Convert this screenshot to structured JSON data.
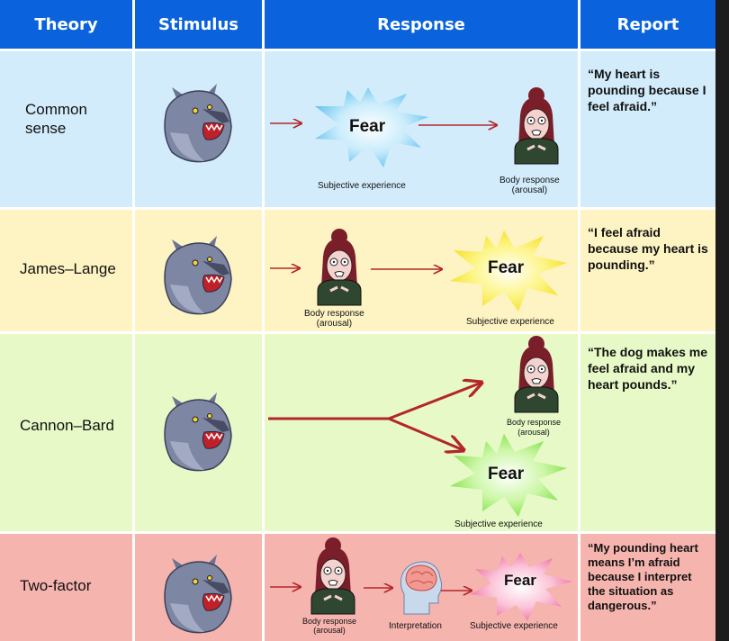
{
  "headers": {
    "theory": "Theory",
    "stimulus": "Stimulus",
    "response": "Response",
    "report": "Report"
  },
  "colors": {
    "header": "#0a63dd",
    "row1": "#d2ecfb",
    "row2": "#fdf3c3",
    "row3": "#e6f9c6",
    "row4": "#f6b4ae",
    "arrow": "#b3262b"
  },
  "rows": [
    {
      "theory": [
        "Common",
        "sense"
      ],
      "report": "“My heart is pounding because I feel afraid.”",
      "fear": "Fear",
      "captions": {
        "subjective": "Subjective experience",
        "body1": "Body response",
        "body2": "(arousal)"
      }
    },
    {
      "theory": [
        "James–Lange"
      ],
      "report": "“I feel afraid because my heart is pounding.”",
      "fear": "Fear",
      "captions": {
        "subjective": "Subjective experience",
        "body1": "Body response",
        "body2": "(arousal)"
      }
    },
    {
      "theory": [
        "Cannon–Bard"
      ],
      "report": "“The dog makes me feel afraid and my heart pounds.”",
      "fear": "Fear",
      "captions": {
        "subjective": "Subjective experience",
        "body1": "Body response",
        "body2": "(arousal)"
      }
    },
    {
      "theory": [
        "Two-factor"
      ],
      "report": "“My pounding heart means I’m afraid because I interpret the situation as dangerous.”",
      "fear": "Fear",
      "captions": {
        "subjective": "Subjective experience",
        "body1": "Body response",
        "body2": "(arousal)",
        "interpretation": "Interpretation"
      }
    }
  ]
}
